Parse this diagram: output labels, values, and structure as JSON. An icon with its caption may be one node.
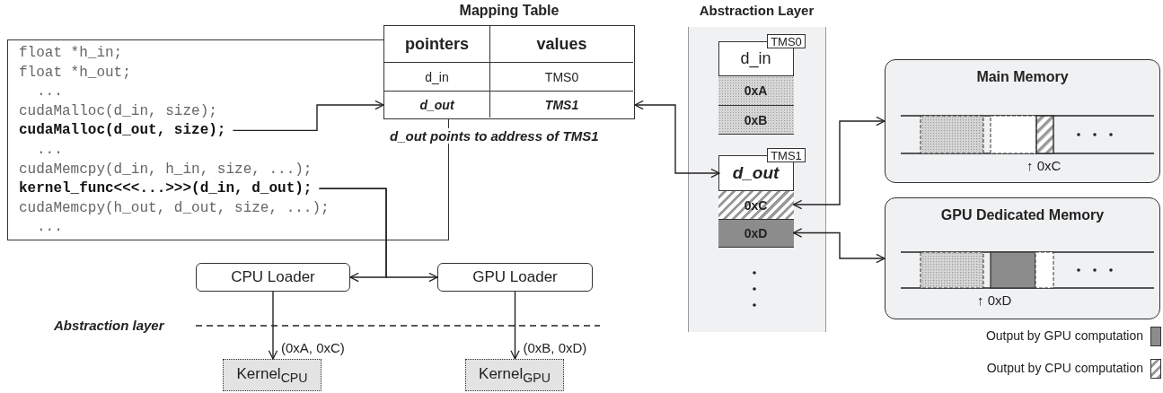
{
  "diagram": {
    "nodes": [
      {
        "text": [
          "float *h_in;",
          "float *h_out;",
          "...",
          "cudaMalloc(d_in, size);",
          "cudaMalloc(d_out, size);",
          "...",
          "cudaMemcpy(d_in, h_in, size, ...);",
          "kernel_func<<<...>>>(d_in, d_out);",
          "cudaMemcpy(h_out, d_out, size, ...);",
          "..."
        ]
      },
      {
        "text": [
          "Mapping Table",
          "pointers",
          "values",
          "d_in",
          "TMS0",
          "d_out",
          "TMS1"
        ]
      },
      {
        "text": [
          "Abstraction Layer"
        ]
      },
      {
        "text": [
          "TMS0",
          "d_in"
        ],
        "in": 2
      },
      {
        "text": [
          "0xA"
        ],
        "in": 3
      },
      {
        "text": [
          "0xB"
        ],
        "in": 3
      },
      {
        "text": [
          "TMS1",
          "d_out"
        ],
        "in": 2
      },
      {
        "text": [
          "0xC"
        ],
        "in": 6
      },
      {
        "text": [
          "0xD"
        ],
        "in": 6
      },
      {
        "text": [
          "Main Memory",
          "↑ 0xC"
        ]
      },
      {
        "text": [
          "GPU Dedicated Memory",
          "↑ 0xD"
        ]
      },
      {
        "text": [
          "CPU Loader"
        ]
      },
      {
        "text": [
          "GPU Loader"
        ]
      },
      {
        "text": [
          "Kernel$_{CPU}$"
        ]
      },
      {
        "text": [
          "Kernel$_{GPU}$"
        ]
      }
    ],
    "edges": [
      {
        "from": 0,
        "to": 1,
        "arrow": "to"
      },
      {
        "from": 6,
        "to": 1,
        "arrow": "both"
      },
      {
        "from": 7,
        "to": 9,
        "arrow": "both"
      },
      {
        "from": 8,
        "to": 10,
        "arrow": "both"
      },
      {
        "from": 0,
        "to": 11,
        "arrow": "to"
      },
      {
        "from": 0,
        "to": 12,
        "arrow": "to"
      },
      {
        "from": 11,
        "to": 13,
        "arrow": "to",
        "label": "(0xA, 0xC)"
      },
      {
        "from": 12,
        "to": 14,
        "arrow": "to",
        "label": "(0xB, 0xD)"
      }
    ],
    "labels": [
      "d_out points to address of TMS1",
      "Abstraction layer"
    ],
    "legend": [
      {
        "text": "Output by GPU computation",
        "color": "#8c8c8c"
      },
      {
        "text": "Output by CPU computation"
      }
    ]
  }
}
